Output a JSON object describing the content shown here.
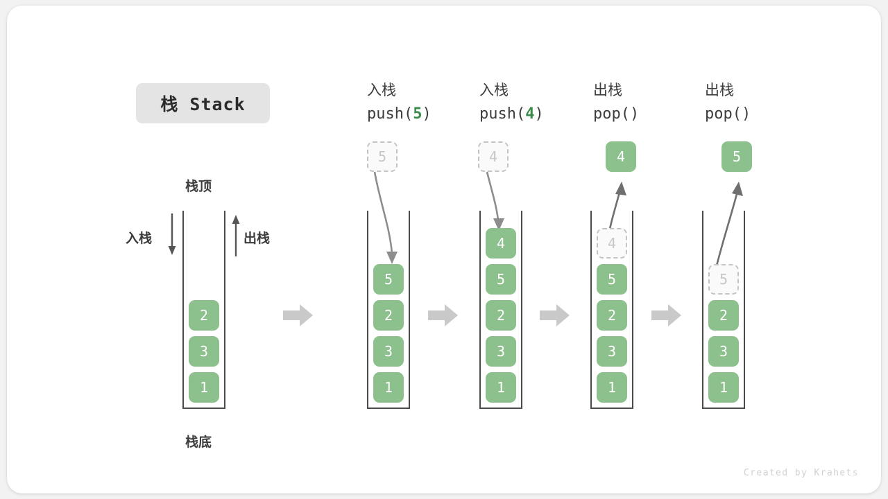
{
  "title": {
    "text": "栈 Stack",
    "badge_color": "#e4e4e4"
  },
  "colors": {
    "cell_green": "#8cc08c",
    "ghost_fill": "#fafafa",
    "ghost_border": "#c4c4c4",
    "ghost_text": "#c6c6c6",
    "wall": "#4a4a4a",
    "arrow_gray": "#a0a0a0",
    "accent_green": "#3b8c4a",
    "text_dark": "#3d3d3d"
  },
  "annotations": {
    "top_label": "栈顶",
    "bottom_label": "栈底",
    "push_label": "入栈",
    "pop_label": "出栈"
  },
  "columns": [
    {
      "id": "initial",
      "heading_cn": "",
      "heading_code": "",
      "heading_arg": "",
      "stack": [
        "2",
        "3",
        "1"
      ],
      "floating": null,
      "ghost_in_stack": null
    },
    {
      "id": "push-5",
      "heading_cn": "入栈",
      "heading_code_prefix": "push(",
      "heading_arg": "5",
      "heading_code_suffix": ")",
      "stack": [
        "5",
        "2",
        "3",
        "1"
      ],
      "floating": {
        "value": "5",
        "style": "ghost"
      },
      "ghost_in_stack": null
    },
    {
      "id": "push-4",
      "heading_cn": "入栈",
      "heading_code_prefix": "push(",
      "heading_arg": "4",
      "heading_code_suffix": ")",
      "stack": [
        "4",
        "5",
        "2",
        "3",
        "1"
      ],
      "floating": {
        "value": "4",
        "style": "ghost"
      },
      "ghost_in_stack": null
    },
    {
      "id": "pop-1",
      "heading_cn": "出栈",
      "heading_code_prefix": "pop(",
      "heading_arg": "",
      "heading_code_suffix": ")",
      "stack": [
        "5",
        "2",
        "3",
        "1"
      ],
      "floating": {
        "value": "4",
        "style": "solid"
      },
      "ghost_in_stack": {
        "value": "4",
        "slot": 0
      }
    },
    {
      "id": "pop-2",
      "heading_cn": "出栈",
      "heading_code_prefix": "pop(",
      "heading_arg": "",
      "heading_code_suffix": ")",
      "stack": [
        "2",
        "3",
        "1"
      ],
      "floating": {
        "value": "5",
        "style": "solid"
      },
      "ghost_in_stack": {
        "value": "5",
        "slot": 0
      }
    }
  ],
  "cells": {
    "c1_2": "2",
    "c1_3": "3",
    "c1_1": "1",
    "c2_float": "5",
    "c2_5": "5",
    "c2_2": "2",
    "c2_3": "3",
    "c2_1": "1",
    "c3_float": "4",
    "c3_4": "4",
    "c3_5": "5",
    "c3_2": "2",
    "c3_3": "3",
    "c3_1": "1",
    "c4_float": "4",
    "c4_ghost": "4",
    "c4_5": "5",
    "c4_2": "2",
    "c4_3": "3",
    "c4_1": "1",
    "c5_float": "5",
    "c5_ghost": "5",
    "c5_2": "2",
    "c5_3": "3",
    "c5_1": "1"
  },
  "headings": {
    "h2_cn": "入栈",
    "h2_code": "push(",
    "h2_arg": "5",
    "h2_code_end": ")",
    "h3_cn": "入栈",
    "h3_code": "push(",
    "h3_arg": "4",
    "h3_code_end": ")",
    "h4_cn": "出栈",
    "h4_code": "pop(",
    "h4_arg": "",
    "h4_code_end": ")",
    "h5_cn": "出栈",
    "h5_code": "pop(",
    "h5_arg": "",
    "h5_code_end": ")"
  },
  "credit": "Created by Krahets"
}
